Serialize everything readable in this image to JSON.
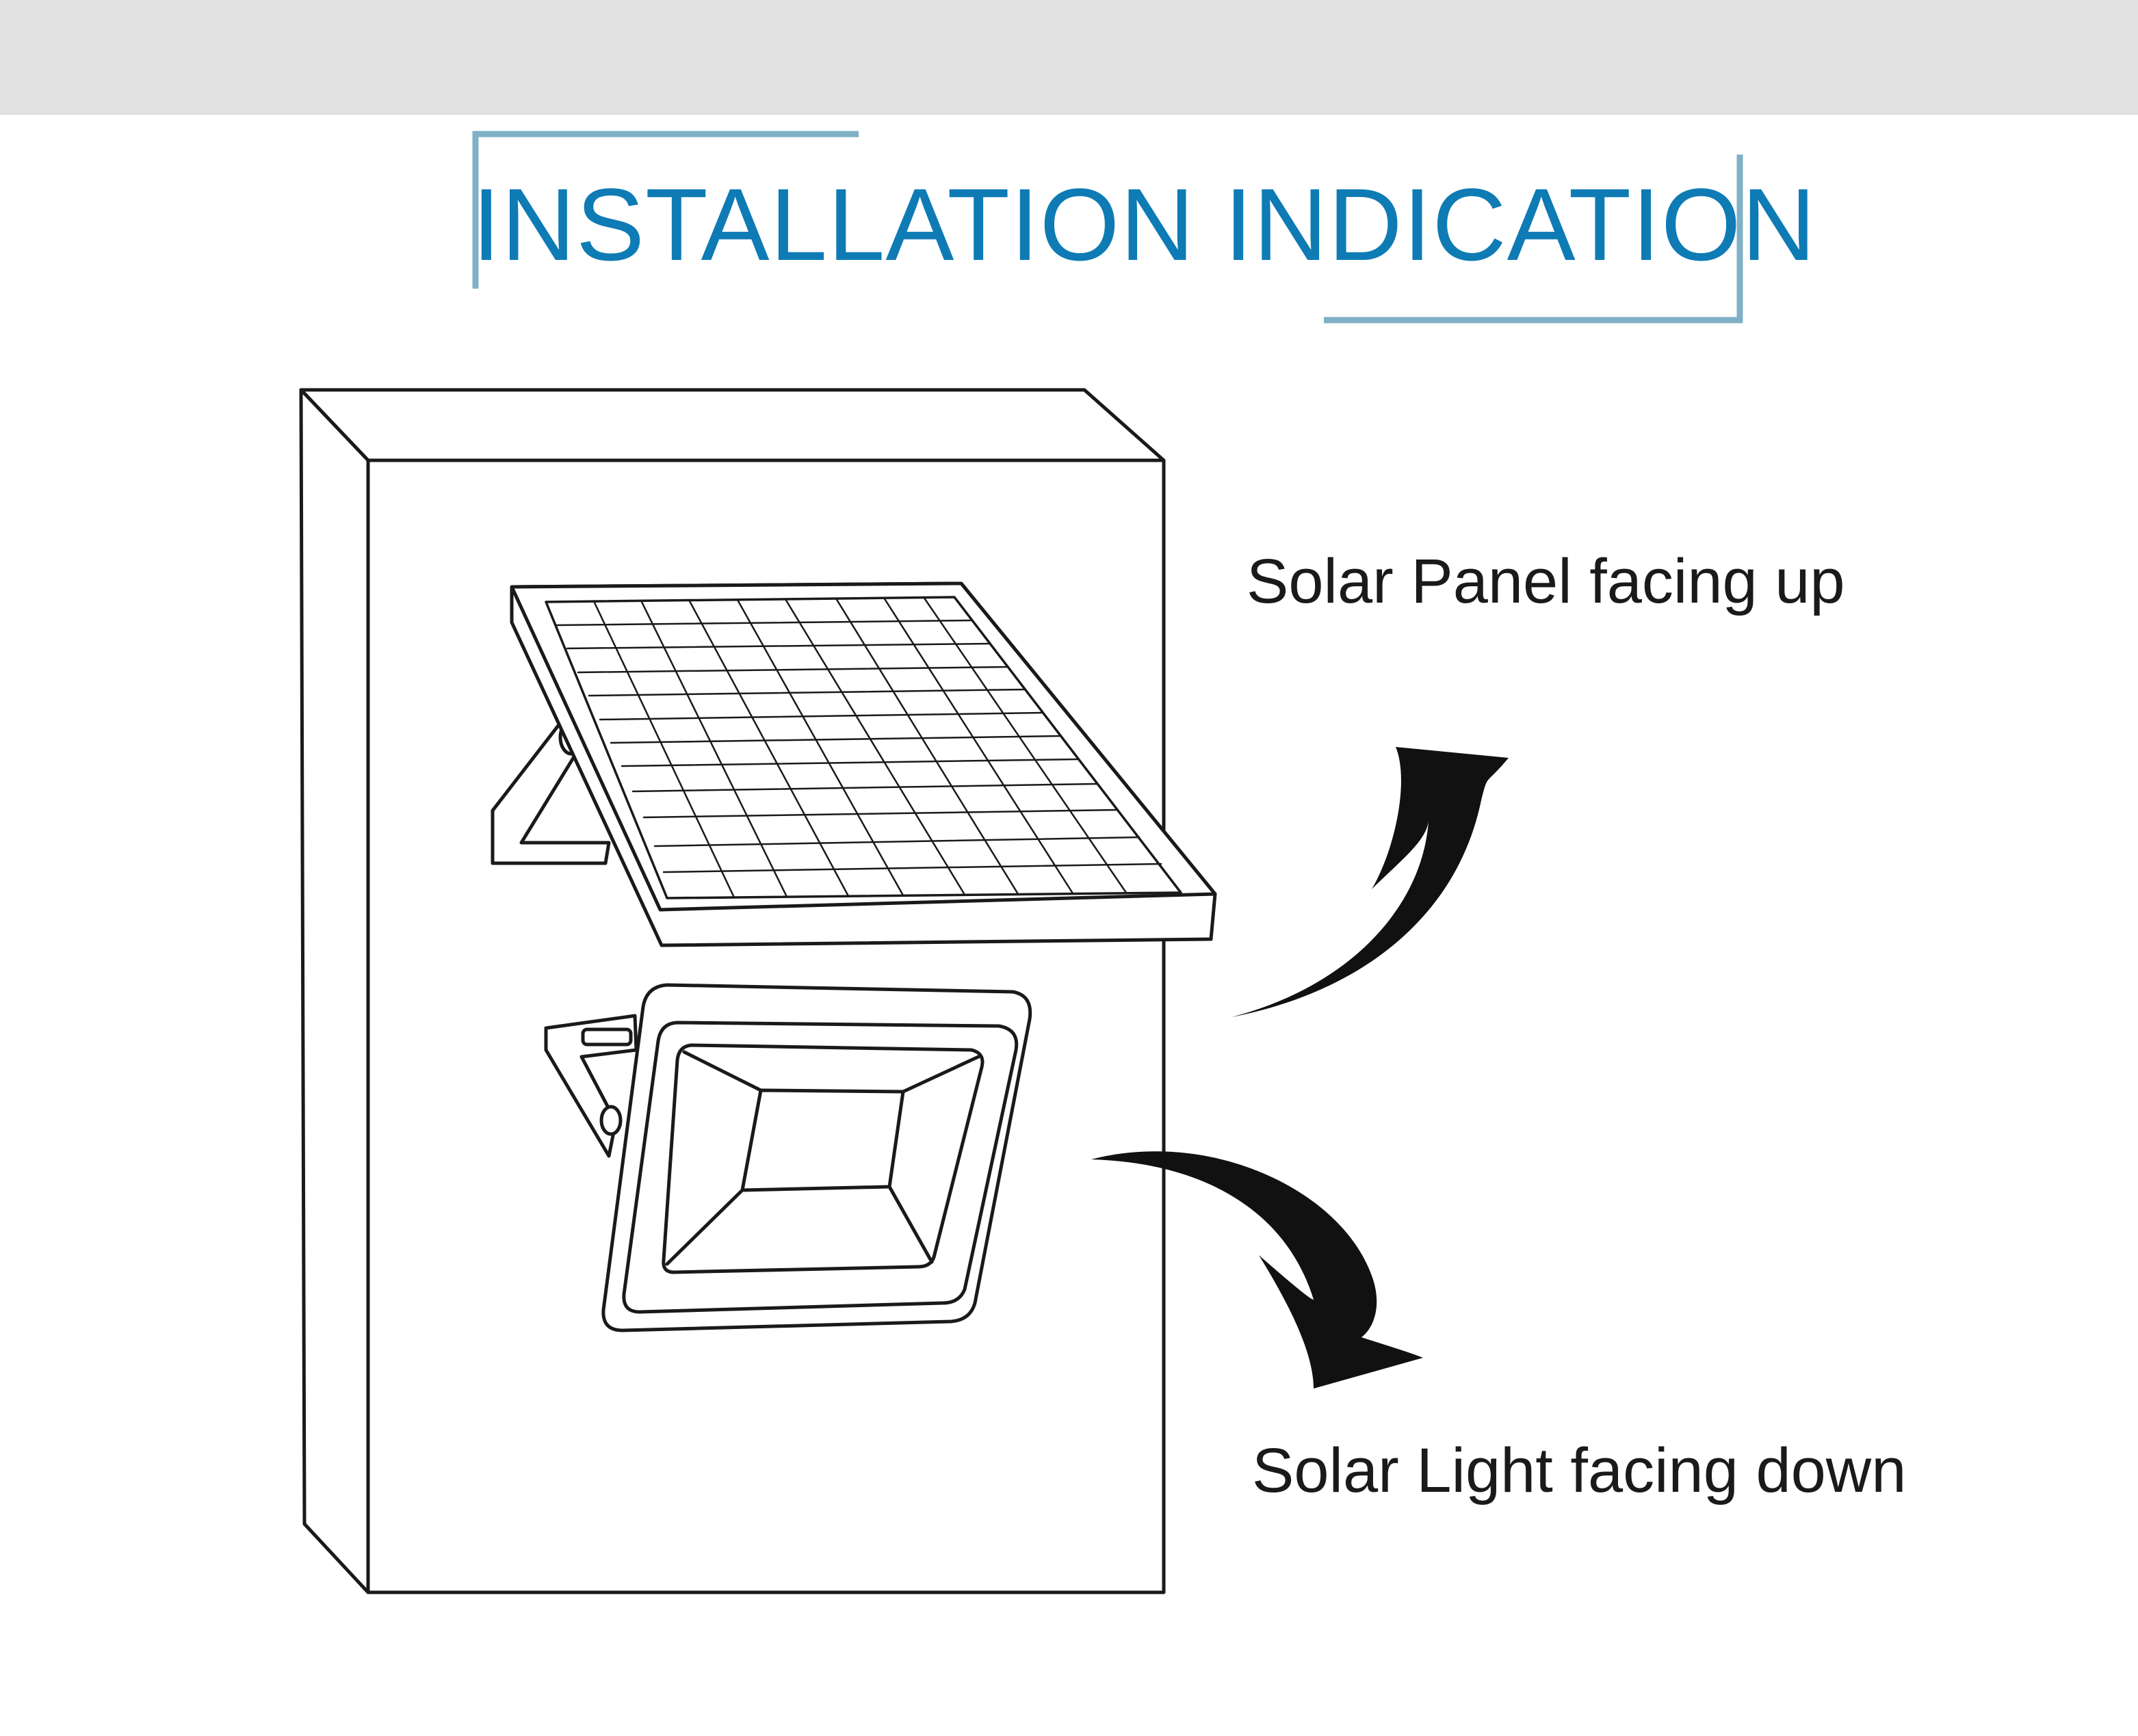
{
  "header": {
    "title": "INSTALLATION INDICATION",
    "accent_color": "#0e7bb5",
    "frame_color": "#7fb0c6",
    "band_color": "#e1e1e1"
  },
  "labels": {
    "panel_up": "Solar Panel facing up",
    "light_down": "Solar Light facing down"
  },
  "icons": {
    "wall": "wall-box-icon",
    "panel": "solar-panel-icon",
    "light": "flood-light-icon",
    "arrow_up": "curved-arrow-up-icon",
    "arrow_down": "curved-arrow-down-icon"
  }
}
